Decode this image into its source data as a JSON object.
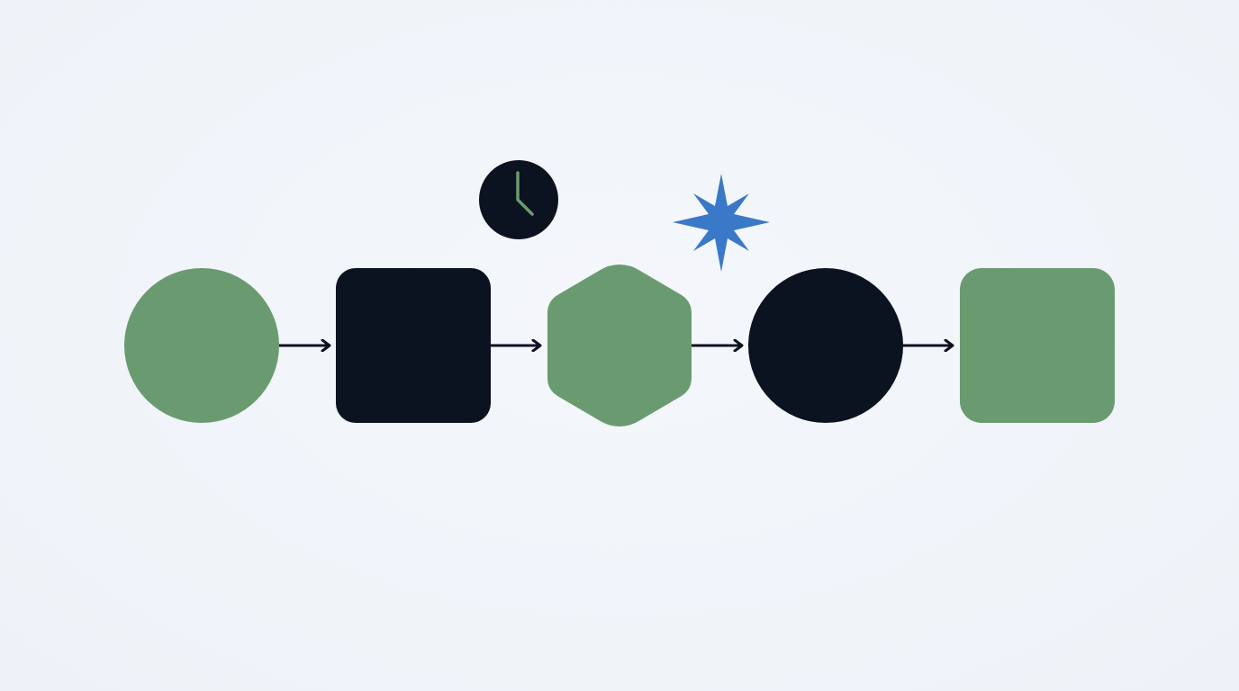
{
  "diagram": {
    "colors": {
      "green": "#6a9b70",
      "navy": "#0b1220",
      "blue": "#3a78c8",
      "arrow": "#0b1220",
      "clock_hand": "#6a9b70"
    },
    "steps": [
      {
        "shape": "circle",
        "color": "green"
      },
      {
        "shape": "rounded-square",
        "color": "navy"
      },
      {
        "shape": "hexagon",
        "color": "green"
      },
      {
        "shape": "circle",
        "color": "navy"
      },
      {
        "shape": "rounded-square",
        "color": "green"
      }
    ],
    "connectors": 4,
    "decorations": [
      {
        "icon": "clock-icon",
        "between_steps": [
          2,
          3
        ]
      },
      {
        "icon": "sparkle-icon",
        "between_steps": [
          3,
          4
        ]
      }
    ]
  }
}
